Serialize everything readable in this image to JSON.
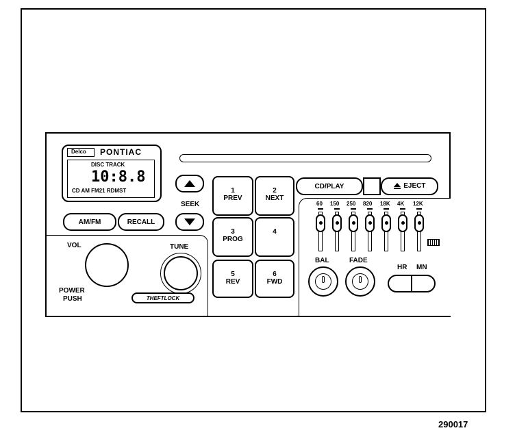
{
  "figure_number": "290017",
  "display": {
    "brand": "PONTIAC",
    "badge": "Delco",
    "indicator": "DISC TRACK",
    "digits": "10:8.8",
    "status": "CD AM FM21 RDMST"
  },
  "buttons": {
    "amfm": "AM/FM",
    "recall": "RECALL",
    "seek": "SEEK",
    "cd_play": "CD/PLAY",
    "eject": "EJECT",
    "hr": "HR",
    "mn": "MN",
    "theftlock": "THEFTLOCK",
    "presets": [
      {
        "num": "1",
        "label": "PREV"
      },
      {
        "num": "2",
        "label": "NEXT"
      },
      {
        "num": "3",
        "label": "PROG"
      },
      {
        "num": "4",
        "label": ""
      },
      {
        "num": "5",
        "label": "REV"
      },
      {
        "num": "6",
        "label": "FWD"
      }
    ]
  },
  "knobs": {
    "vol": "VOL",
    "tune": "TUNE",
    "power": "POWER",
    "push": "PUSH",
    "bal": "BAL",
    "fade": "FADE"
  },
  "equalizer": {
    "bands": [
      "60",
      "150",
      "250",
      "820",
      "18K",
      "4K",
      "12K"
    ]
  }
}
